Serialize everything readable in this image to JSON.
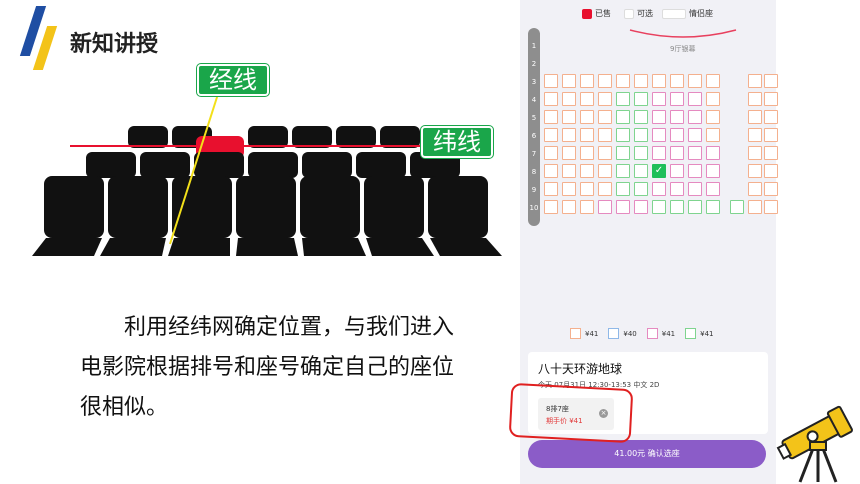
{
  "slide": {
    "title": "新知讲授",
    "label_jing": "经线",
    "label_wei": "纬线",
    "description": "利用经纬网确定位置，与我们进入电影院根据排号和座号确定自己的座位很相似。"
  },
  "app": {
    "legend": {
      "sold": "已售",
      "available": "可选",
      "couple": "情侣座",
      "sold_color": "#e8102e"
    },
    "screen_name": "9厅银幕",
    "row_numbers": [
      "1",
      "2",
      "3",
      "4",
      "5",
      "6",
      "7",
      "8",
      "9",
      "10"
    ],
    "selected_seat_mark": "✓",
    "price_legend": [
      {
        "label": "¥41",
        "color": "#f4b08e"
      },
      {
        "label": "¥40",
        "color": "#8fb8e8"
      },
      {
        "label": "¥41",
        "color": "#e58ac0"
      },
      {
        "label": "¥41",
        "color": "#7fd48f"
      }
    ],
    "movie": {
      "title": "八十天环游地球",
      "showtime": "今天 07月31日 12:30-13:53 中文 2D"
    },
    "ticket": {
      "seat": "8排7座",
      "price": "期手价 ¥41",
      "remove_icon": "close-icon"
    },
    "confirm_button": "41.00元 确认选座"
  }
}
